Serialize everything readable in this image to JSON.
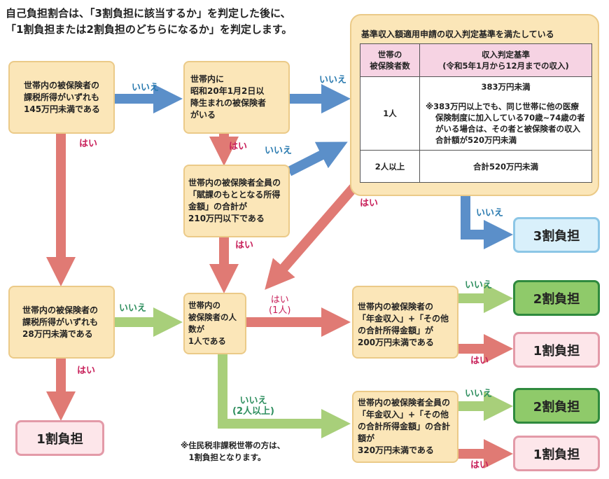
{
  "title": {
    "line1": "自己負担割合は、「3割負担に該当するか」を判定した後に、",
    "line2": "「1割負担または2割負担のどちらになるか」を判定します。"
  },
  "boxes": {
    "tax145": "世帯内の被保険者の\n課税所得がいずれも\n145万円未満である",
    "born": "世帯内に\n昭和20年1月2日以\n降生まれの被保険者\nがいる",
    "income210": "世帯内の被保険者全員の\n「賦課のもととなる所得\n金額」の合計が\n210万円以下である",
    "tax28": "世帯内の被保険者の\n課税所得がいずれも\n28万円未満である",
    "count1": "世帯内の\n被保険者の人数が\n1人である",
    "single200": "世帯内の被保険者の\n「年金収入」+「その他\nの合計所得金額」が\n200万円未満である",
    "multi320": "世帯内の被保険者全員の\n「年金収入」+「その他\nの合計所得金額」の合計\n額が\n320万円未満である"
  },
  "criteria": {
    "title": "基準収入額適用申請の収入判定基準を満たしている",
    "headers": [
      "世帯の\n被保険者数",
      "収入判定基準\n(令和5年1月から12月までの収入)"
    ],
    "rows": [
      {
        "count": "1人",
        "main": "383万円未満",
        "note": "※383万円以上でも、同じ世帯に他の医療保険制度に加入している70歳~74歳の者がいる場合は、その者と被保険者の収入合計額が520万円未満"
      },
      {
        "count": "2人以上",
        "main": "合計520万円未満"
      }
    ]
  },
  "results": {
    "r3": "3割負担",
    "r2a": "2割負担",
    "r1a": "1割負担",
    "r2b": "2割負担",
    "r1b": "1割負担",
    "r1left": "1割負担"
  },
  "labels": {
    "no1": "いいえ",
    "no2": "いいえ",
    "no3": "いいえ",
    "no4": "いいえ",
    "no5": "いいえ",
    "no6": "いいえ",
    "no7": "いいえ",
    "no_multi": "いいえ\n(2人以上)",
    "yes1": "はい",
    "yes2": "はい",
    "yes3": "はい",
    "yes4": "はい",
    "yes5": "はい",
    "yes6": "はい",
    "yes7": "はい",
    "yes_single": "はい\n(1人)"
  },
  "note": "※住民税非課税世帯の方は、\n　1割負担となります。",
  "colors": {
    "box": "#fbe6b8",
    "red": "#e07a74",
    "blue": "#5b8fc9",
    "green": "#a8cf7a"
  }
}
